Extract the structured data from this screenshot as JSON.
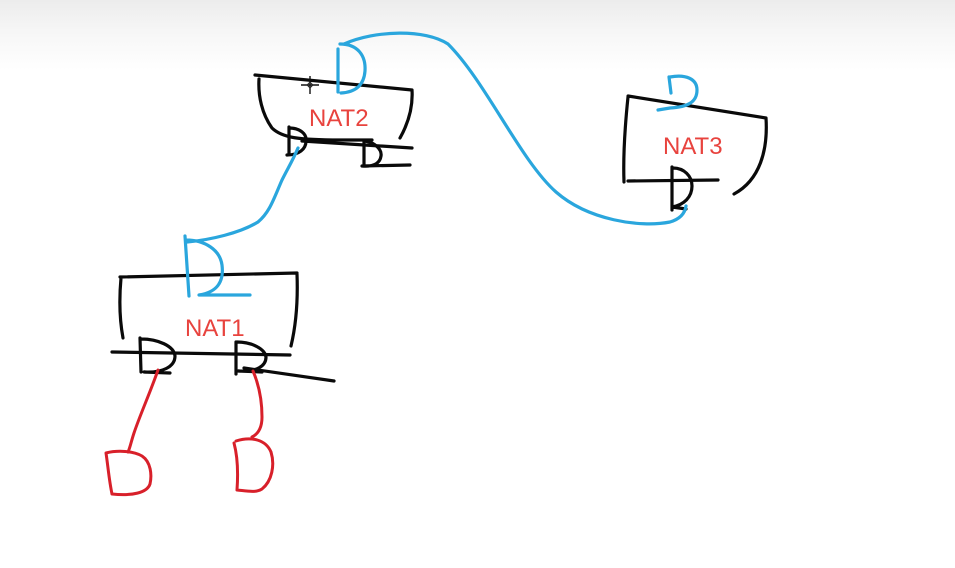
{
  "diagram": {
    "nodes": [
      {
        "id": "nat1",
        "label": "NAT1"
      },
      {
        "id": "nat2",
        "label": "NAT2"
      },
      {
        "id": "nat3",
        "label": "NAT3"
      }
    ],
    "links": [
      {
        "from": "nat1",
        "to": "nat2",
        "color": "#2aa6dd"
      },
      {
        "from": "nat2",
        "to": "nat3",
        "color": "#2aa6dd"
      },
      {
        "from": "nat1",
        "to": "host-left",
        "color": "#d8202a"
      },
      {
        "from": "nat1",
        "to": "host-right",
        "color": "#d8202a"
      }
    ],
    "colors": {
      "box_ink": "#0a0a0a",
      "uplink": "#2aa6dd",
      "downlink": "#d8202a",
      "label": "#e8433e"
    }
  }
}
